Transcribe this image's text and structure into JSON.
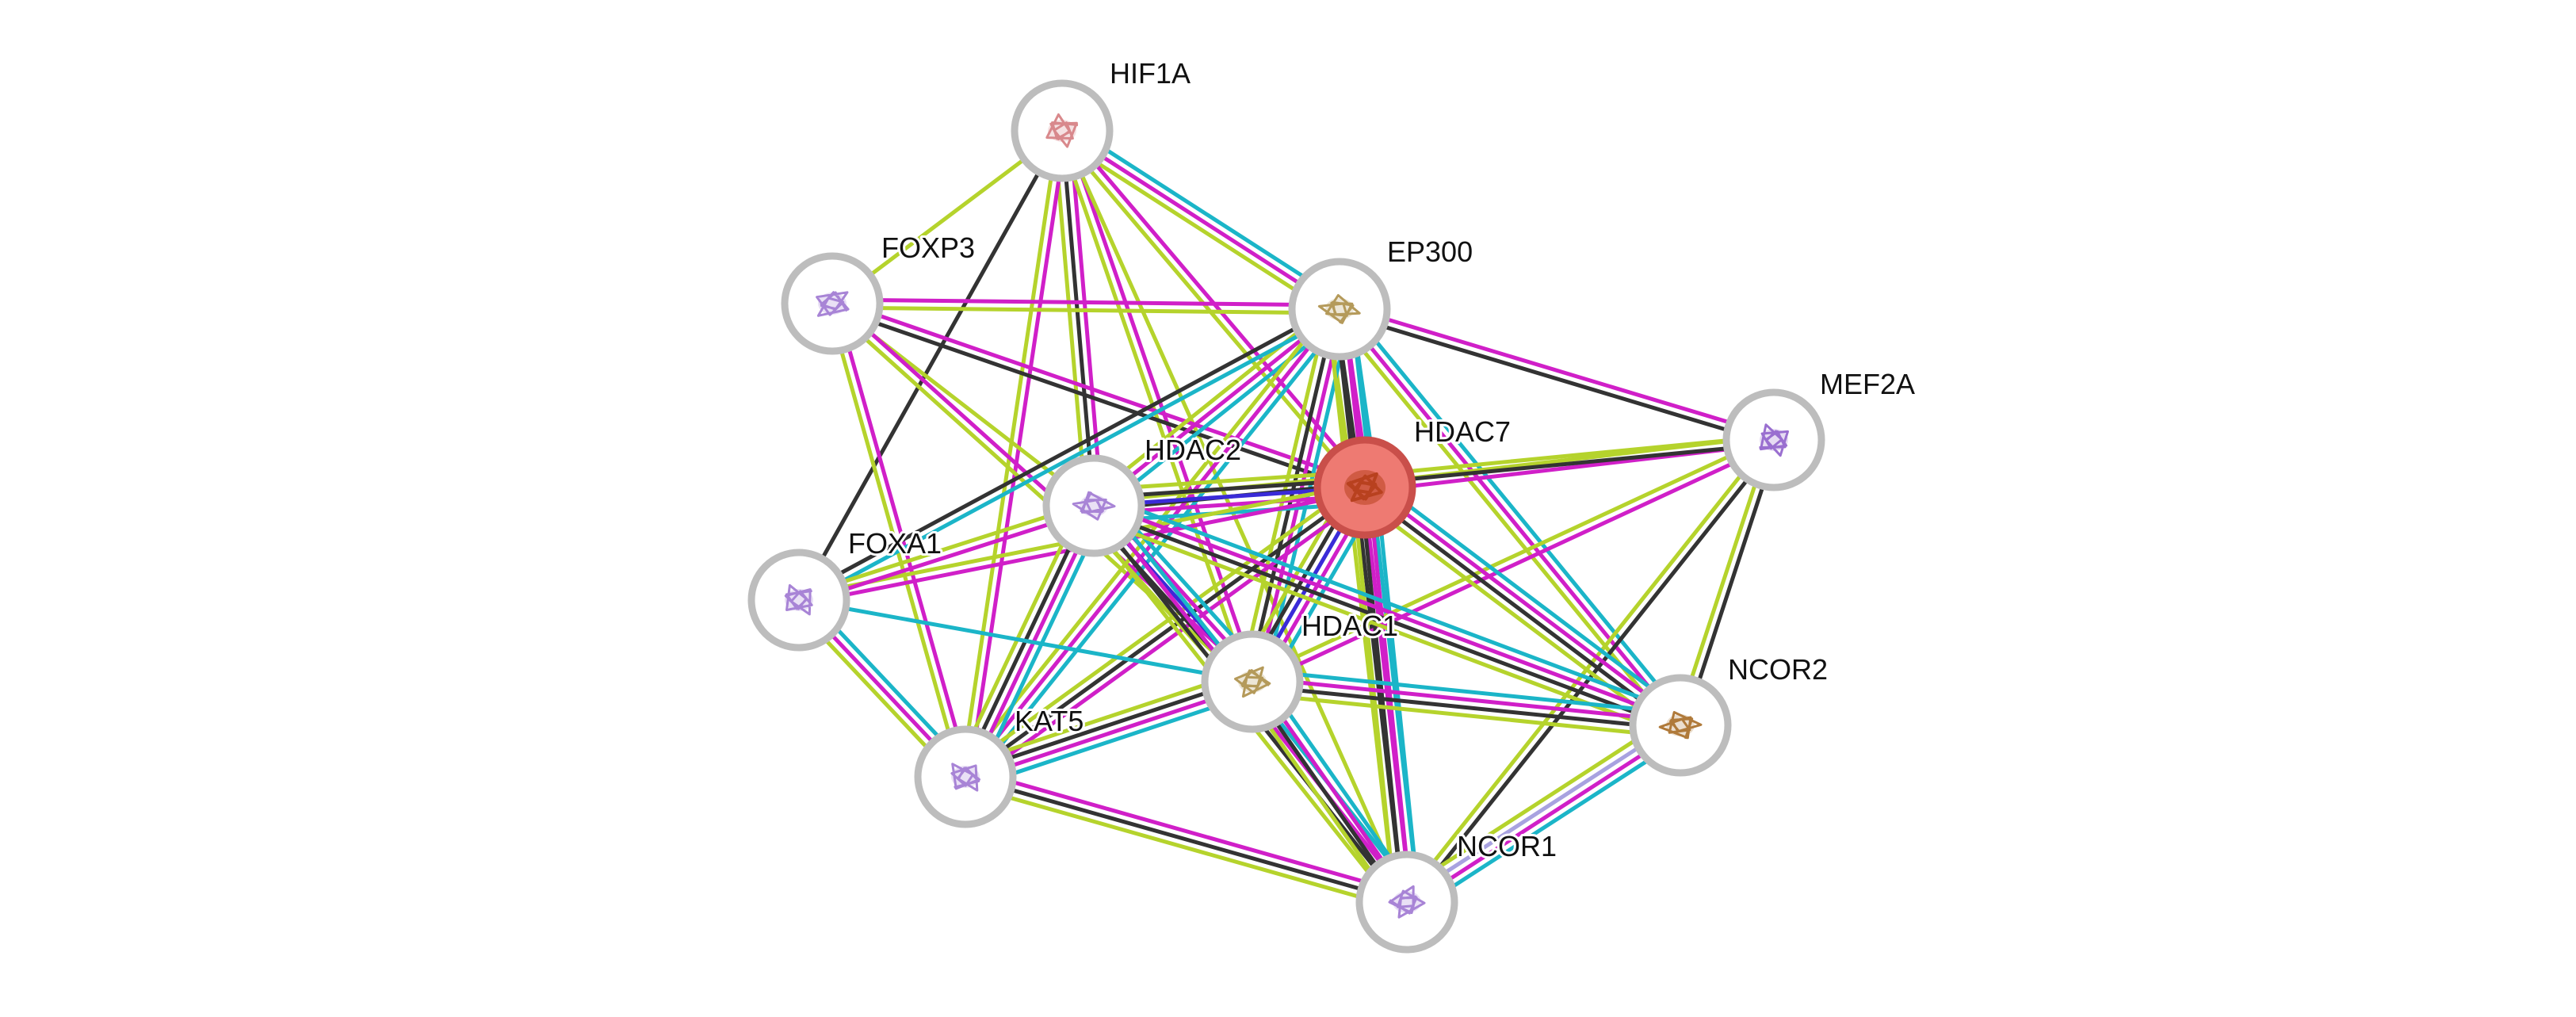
{
  "network": {
    "evidence_colors": {
      "database": "#1bb5c8",
      "experiment": "#d01fc8",
      "textmining": "#b5d32c",
      "coexpression": "#333333",
      "neighborhood": "#3a2bd8",
      "homology": "#a8a2e0"
    },
    "nodes": [
      {
        "id": "HIF1A",
        "label": "HIF1A",
        "query": false,
        "structure_color": "#d9898c"
      },
      {
        "id": "FOXP3",
        "label": "FOXP3",
        "query": false,
        "structure_color": "#a884d6"
      },
      {
        "id": "EP300",
        "label": "EP300",
        "query": false,
        "structure_color": "#b59a5a"
      },
      {
        "id": "MEF2A",
        "label": "MEF2A",
        "query": false,
        "structure_color": "#9a6fd0"
      },
      {
        "id": "HDAC7",
        "label": "HDAC7",
        "query": true,
        "structure_color": "#b8411f"
      },
      {
        "id": "HDAC2",
        "label": "HDAC2",
        "query": false,
        "structure_color": "#a884d6"
      },
      {
        "id": "FOXA1",
        "label": "FOXA1",
        "query": false,
        "structure_color": "#a884d6"
      },
      {
        "id": "HDAC1",
        "label": "HDAC1",
        "query": false,
        "structure_color": "#b59a5a"
      },
      {
        "id": "NCOR2",
        "label": "NCOR2",
        "query": false,
        "structure_color": "#b07a3a"
      },
      {
        "id": "KAT5",
        "label": "KAT5",
        "query": false,
        "structure_color": "#a884d6"
      },
      {
        "id": "NCOR1",
        "label": "NCOR1",
        "query": false,
        "structure_color": "#a884d6"
      }
    ],
    "edges": [
      {
        "from": "HIF1A",
        "to": "FOXP3",
        "evidence": [
          "textmining"
        ]
      },
      {
        "from": "HIF1A",
        "to": "EP300",
        "evidence": [
          "database",
          "experiment",
          "textmining"
        ]
      },
      {
        "from": "HIF1A",
        "to": "HDAC2",
        "evidence": [
          "experiment",
          "coexpression",
          "textmining"
        ]
      },
      {
        "from": "HIF1A",
        "to": "HDAC7",
        "evidence": [
          "experiment",
          "textmining"
        ]
      },
      {
        "from": "HIF1A",
        "to": "HDAC1",
        "evidence": [
          "experiment",
          "textmining"
        ]
      },
      {
        "from": "HIF1A",
        "to": "FOXA1",
        "evidence": [
          "coexpression"
        ]
      },
      {
        "from": "HIF1A",
        "to": "KAT5",
        "evidence": [
          "experiment",
          "textmining"
        ]
      },
      {
        "from": "HIF1A",
        "to": "NCOR1",
        "evidence": [
          "textmining"
        ]
      },
      {
        "from": "FOXP3",
        "to": "EP300",
        "evidence": [
          "experiment",
          "textmining"
        ]
      },
      {
        "from": "FOXP3",
        "to": "HDAC7",
        "evidence": [
          "experiment",
          "coexpression"
        ]
      },
      {
        "from": "FOXP3",
        "to": "HDAC2",
        "evidence": [
          "textmining"
        ]
      },
      {
        "from": "FOXP3",
        "to": "HDAC1",
        "evidence": [
          "experiment",
          "textmining"
        ]
      },
      {
        "from": "FOXP3",
        "to": "KAT5",
        "evidence": [
          "experiment",
          "textmining"
        ]
      },
      {
        "from": "EP300",
        "to": "MEF2A",
        "evidence": [
          "experiment",
          "coexpression"
        ]
      },
      {
        "from": "EP300",
        "to": "HDAC7",
        "evidence": [
          "database",
          "experiment",
          "coexpression",
          "textmining"
        ]
      },
      {
        "from": "EP300",
        "to": "HDAC2",
        "evidence": [
          "database",
          "experiment",
          "textmining"
        ]
      },
      {
        "from": "EP300",
        "to": "HDAC1",
        "evidence": [
          "database",
          "experiment",
          "coexpression",
          "textmining"
        ]
      },
      {
        "from": "EP300",
        "to": "FOXA1",
        "evidence": [
          "database",
          "coexpression"
        ]
      },
      {
        "from": "EP300",
        "to": "KAT5",
        "evidence": [
          "database",
          "experiment",
          "textmining"
        ]
      },
      {
        "from": "EP300",
        "to": "NCOR2",
        "evidence": [
          "database",
          "experiment",
          "textmining"
        ]
      },
      {
        "from": "EP300",
        "to": "NCOR1",
        "evidence": [
          "database",
          "experiment",
          "coexpression",
          "textmining"
        ]
      },
      {
        "from": "MEF2A",
        "to": "HDAC7",
        "evidence": [
          "experiment",
          "textmining"
        ]
      },
      {
        "from": "MEF2A",
        "to": "HDAC2",
        "evidence": [
          "coexpression",
          "textmining"
        ]
      },
      {
        "from": "MEF2A",
        "to": "HDAC1",
        "evidence": [
          "experiment",
          "textmining"
        ]
      },
      {
        "from": "MEF2A",
        "to": "NCOR2",
        "evidence": [
          "coexpression",
          "textmining"
        ]
      },
      {
        "from": "MEF2A",
        "to": "NCOR1",
        "evidence": [
          "coexpression",
          "textmining"
        ]
      },
      {
        "from": "HDAC7",
        "to": "HDAC2",
        "evidence": [
          "database",
          "experiment",
          "neighborhood",
          "coexpression",
          "textmining"
        ]
      },
      {
        "from": "HDAC7",
        "to": "HDAC1",
        "evidence": [
          "database",
          "experiment",
          "neighborhood",
          "coexpression",
          "textmining"
        ]
      },
      {
        "from": "HDAC7",
        "to": "NCOR2",
        "evidence": [
          "database",
          "experiment",
          "coexpression",
          "textmining"
        ]
      },
      {
        "from": "HDAC7",
        "to": "NCOR1",
        "evidence": [
          "database",
          "experiment",
          "coexpression",
          "textmining"
        ]
      },
      {
        "from": "HDAC7",
        "to": "KAT5",
        "evidence": [
          "experiment",
          "coexpression",
          "textmining"
        ]
      },
      {
        "from": "HDAC7",
        "to": "FOXA1",
        "evidence": [
          "experiment",
          "textmining"
        ]
      },
      {
        "from": "HDAC2",
        "to": "HDAC1",
        "evidence": [
          "database",
          "experiment",
          "neighborhood",
          "coexpression",
          "textmining"
        ]
      },
      {
        "from": "HDAC2",
        "to": "FOXA1",
        "evidence": [
          "experiment",
          "textmining"
        ]
      },
      {
        "from": "HDAC2",
        "to": "KAT5",
        "evidence": [
          "database",
          "experiment",
          "coexpression",
          "textmining"
        ]
      },
      {
        "from": "HDAC2",
        "to": "NCOR2",
        "evidence": [
          "database",
          "experiment",
          "coexpression",
          "textmining"
        ]
      },
      {
        "from": "HDAC2",
        "to": "NCOR1",
        "evidence": [
          "database",
          "experiment",
          "coexpression",
          "textmining"
        ]
      },
      {
        "from": "FOXA1",
        "to": "HDAC1",
        "evidence": [
          "database"
        ]
      },
      {
        "from": "FOXA1",
        "to": "KAT5",
        "evidence": [
          "database",
          "experiment",
          "textmining"
        ]
      },
      {
        "from": "HDAC1",
        "to": "KAT5",
        "evidence": [
          "database",
          "experiment",
          "coexpression",
          "textmining"
        ]
      },
      {
        "from": "HDAC1",
        "to": "NCOR2",
        "evidence": [
          "database",
          "experiment",
          "coexpression",
          "textmining"
        ]
      },
      {
        "from": "HDAC1",
        "to": "NCOR1",
        "evidence": [
          "database",
          "experiment",
          "coexpression",
          "textmining"
        ]
      },
      {
        "from": "KAT5",
        "to": "NCOR1",
        "evidence": [
          "experiment",
          "coexpression",
          "textmining"
        ]
      },
      {
        "from": "NCOR2",
        "to": "NCOR1",
        "evidence": [
          "database",
          "experiment",
          "homology",
          "textmining"
        ]
      }
    ]
  }
}
